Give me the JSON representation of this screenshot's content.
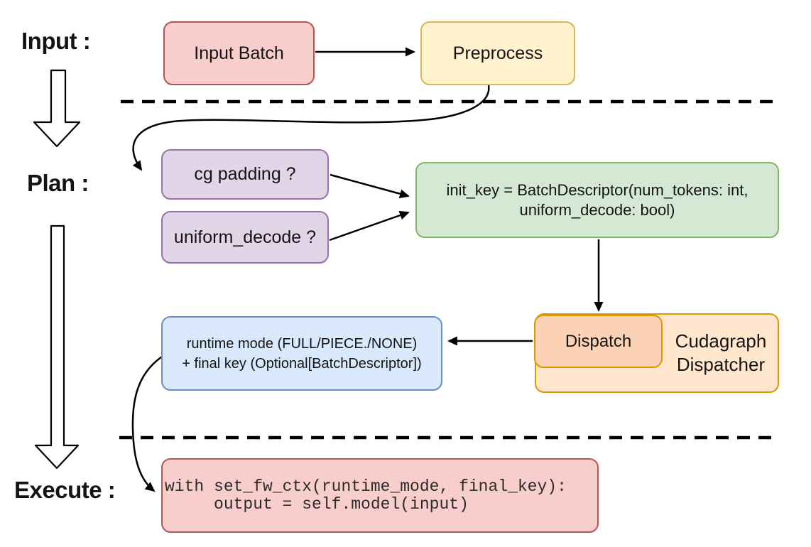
{
  "sections": {
    "input": "Input :",
    "plan": "Plan :",
    "execute": "Execute :"
  },
  "nodes": {
    "input_batch": {
      "label": "Input Batch",
      "fill": "#F8CECC",
      "border": "#B85450"
    },
    "preprocess": {
      "label": "Preprocess",
      "fill": "#FFF2CC",
      "border": "#D6B656"
    },
    "cg_padding": {
      "label": "cg padding ?",
      "fill": "#E1D5E7",
      "border": "#9673A6"
    },
    "uniform_decode": {
      "label": "uniform_decode ?",
      "fill": "#E1D5E7",
      "border": "#9673A6"
    },
    "init_key": {
      "line1": "init_key = BatchDescriptor(num_tokens: int,",
      "line2": "uniform_decode: bool)",
      "fill": "#D5E8D4",
      "border": "#82B366"
    },
    "dispatch": {
      "label": "Dispatch",
      "fill": "#FBD2B6",
      "border": "#D79B00"
    },
    "cudagraph_dispatcher": {
      "line1": "Cudagraph",
      "line2": "Dispatcher",
      "fill": "#FFE6CC",
      "border": "#D79B00"
    },
    "runtime_mode": {
      "line1": "runtime mode (FULL/PIECE./NONE)",
      "line2": "+ final key (Optional[BatchDescriptor])",
      "fill": "#DAE8FC",
      "border": "#6C8EBF"
    },
    "execute_code": {
      "line1": "with set_fw_ctx(runtime_mode, final_key):",
      "line2": "     output = self.model(input)",
      "fill": "#F8CECC",
      "border": "#B85450"
    }
  },
  "colors": {
    "connector": "#000000",
    "divider": "#000000",
    "stage_arrow_fill": "#ffffff"
  }
}
